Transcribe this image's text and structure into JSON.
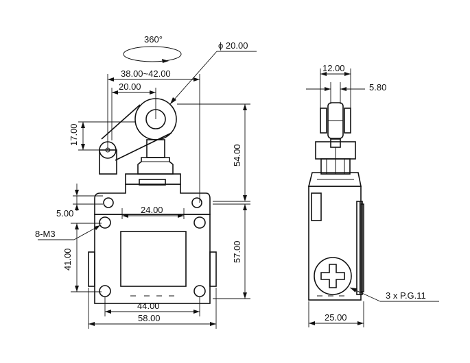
{
  "front_view": {
    "rotation_label": "360°",
    "roller_diameter": "ϕ 20.00",
    "lever_range": "38.00~42.00",
    "lever_offset": "20.00",
    "lever_height": "17.00",
    "actuator_height": "54.00",
    "hole_offset": "5.00",
    "top_hole_spacing": "24.00",
    "screw_spec": "8-M3",
    "mount_height": "41.00",
    "body_height": "57.00",
    "mount_spacing": "44.00",
    "body_width": "58.00"
  },
  "side_view": {
    "roller_width": "12.00",
    "roller_thickness": "5.80",
    "conduit_spec": "3 x P.G.11",
    "body_depth": "25.00"
  }
}
